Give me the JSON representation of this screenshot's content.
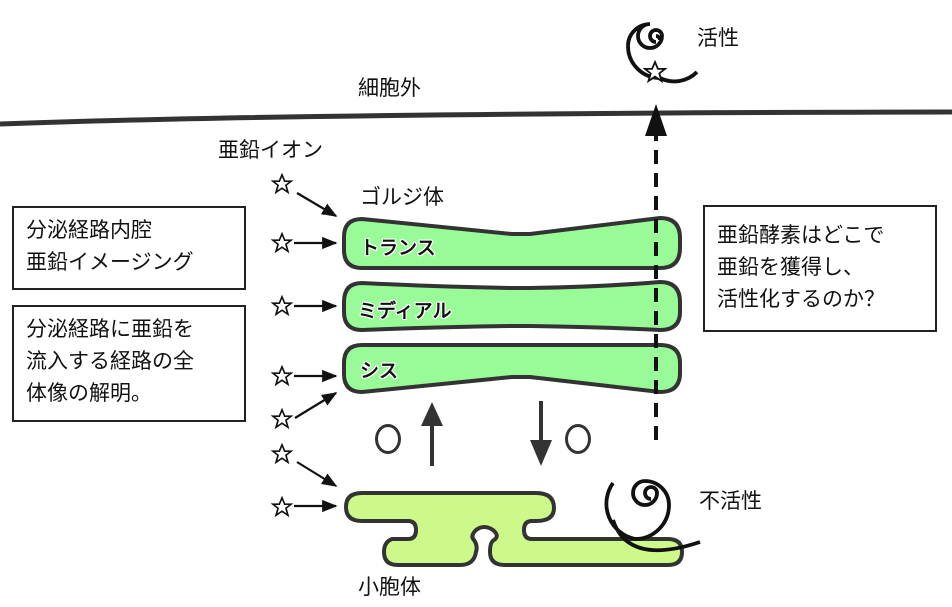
{
  "labels": {
    "extracellular": "細胞外",
    "zinc_ion": "亜鉛イオン",
    "golgi": "ゴルジ体",
    "vesicle": "小胞体",
    "active": "活性",
    "inactive": "不活性"
  },
  "cisternae": [
    {
      "name": "trans",
      "label": "トランス"
    },
    {
      "name": "medial",
      "label": "ミディアル"
    },
    {
      "name": "cis",
      "label": "シス"
    }
  ],
  "boxes": {
    "imaging": [
      "分泌経路内腔",
      "亜鉛イメージング"
    ],
    "pathway": [
      "分泌経路に亜鉛を",
      "流入する経路の全",
      "体像の解明。"
    ],
    "question": [
      "亜鉛酵素はどこで",
      "亜鉛を獲得し、",
      "活性化するのか？"
    ]
  },
  "transport_marks": {
    "anterograde": "○",
    "retrograde": "○"
  },
  "colors": {
    "golgi_fill": "#98FB98",
    "er_fill": "#CCF98A",
    "outline": "#333333"
  }
}
